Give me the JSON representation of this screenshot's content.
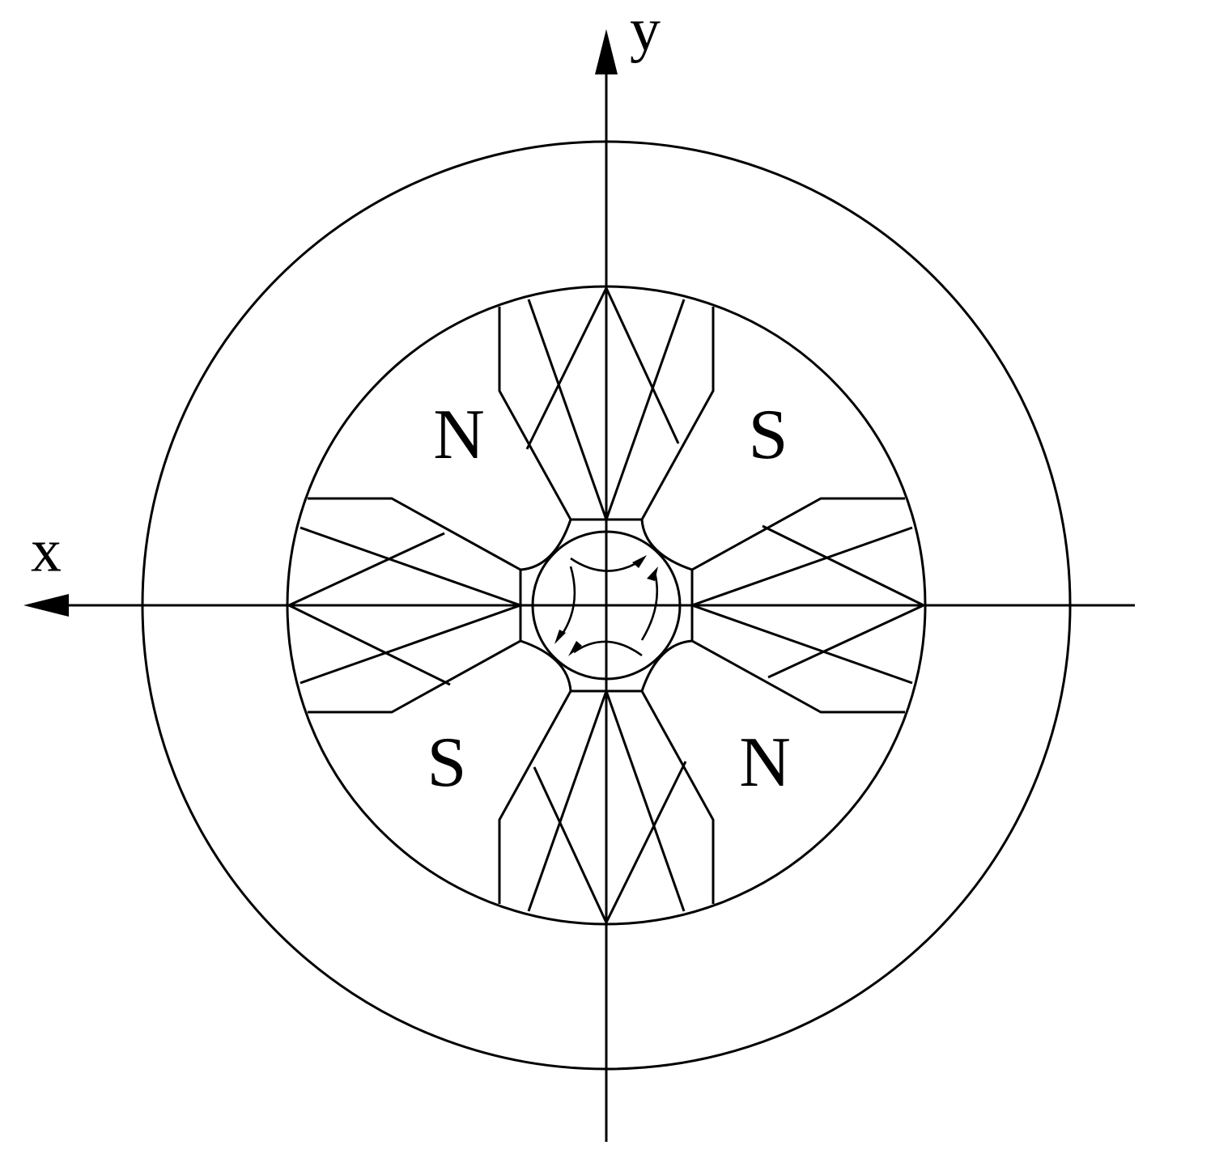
{
  "axes": {
    "x_label": "x",
    "y_label": "y"
  },
  "poles": {
    "top_left": "N",
    "top_right": "S",
    "bottom_left": "S",
    "bottom_right": "N"
  },
  "colors": {
    "line": "#000000",
    "background": "#ffffff"
  }
}
